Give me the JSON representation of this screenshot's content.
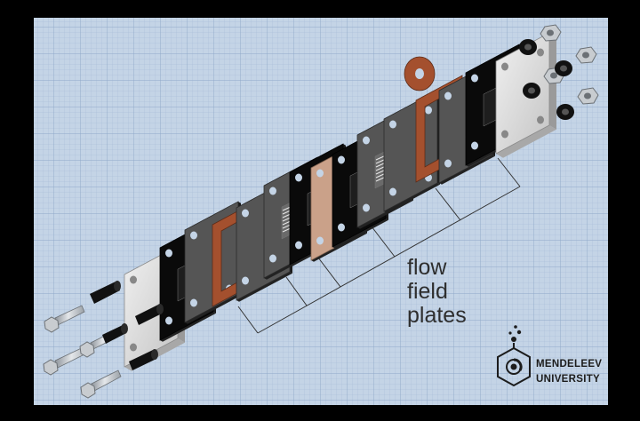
{
  "diagram": {
    "callout_lines": [
      "flow",
      "field",
      "plates"
    ]
  },
  "logo": {
    "name_line1": "MENDELEEV",
    "name_line2": "UNIVERSITY"
  },
  "colors": {
    "background": "#000000",
    "grid_paper": "#c4d4e6",
    "grid_line": "#8fa9c9",
    "end_plate": "#dcdcdc",
    "graphite_plate": "#555555",
    "black_plate": "#0a0a0a",
    "copper_gasket": "#a4502e",
    "membrane": "#caa189",
    "bolt_metal": "#b9bec4",
    "leader_line": "#333333"
  }
}
